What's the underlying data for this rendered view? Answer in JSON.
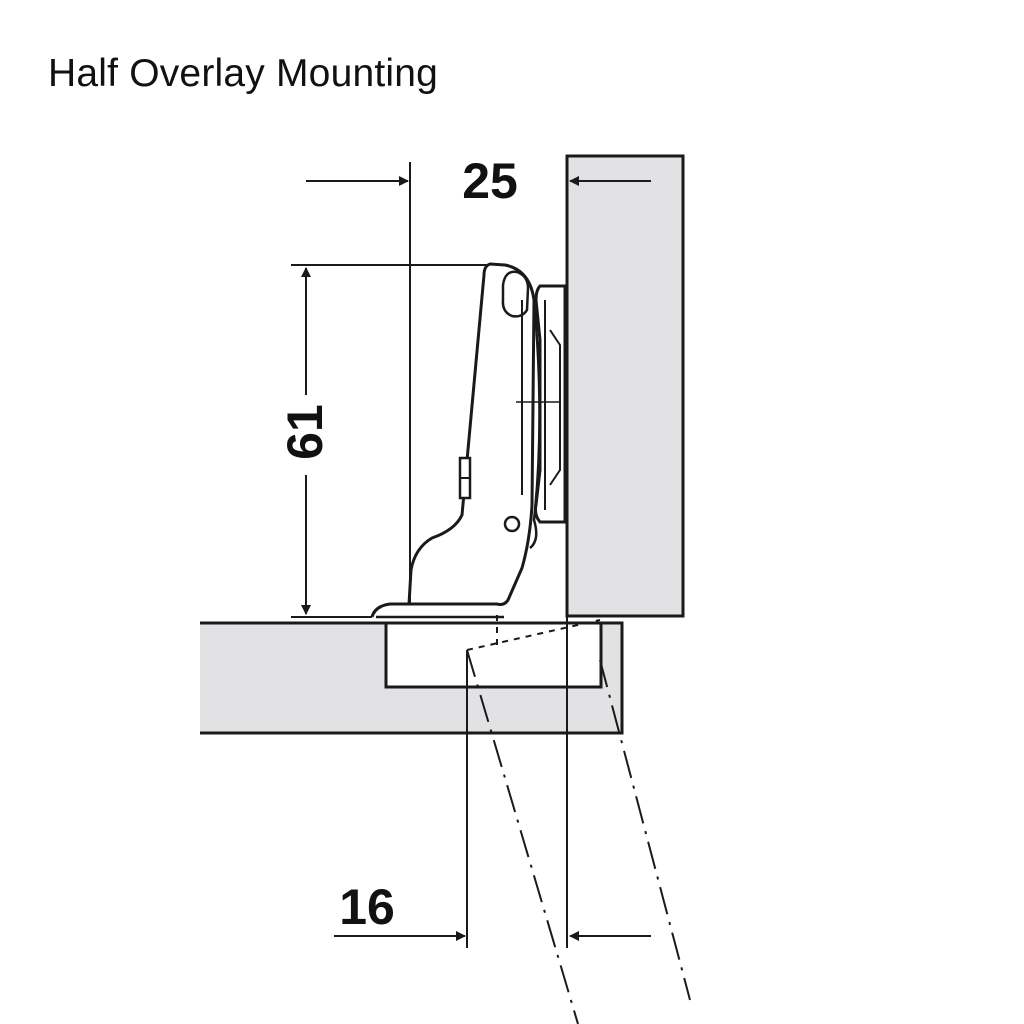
{
  "title": "Half Overlay Mounting",
  "dimensions": {
    "top_width": "25",
    "height": "61",
    "bottom_width": "16"
  },
  "colors": {
    "line": "#1a1a1a",
    "panel_fill": "#e2e2e4",
    "background": "#ffffff"
  }
}
